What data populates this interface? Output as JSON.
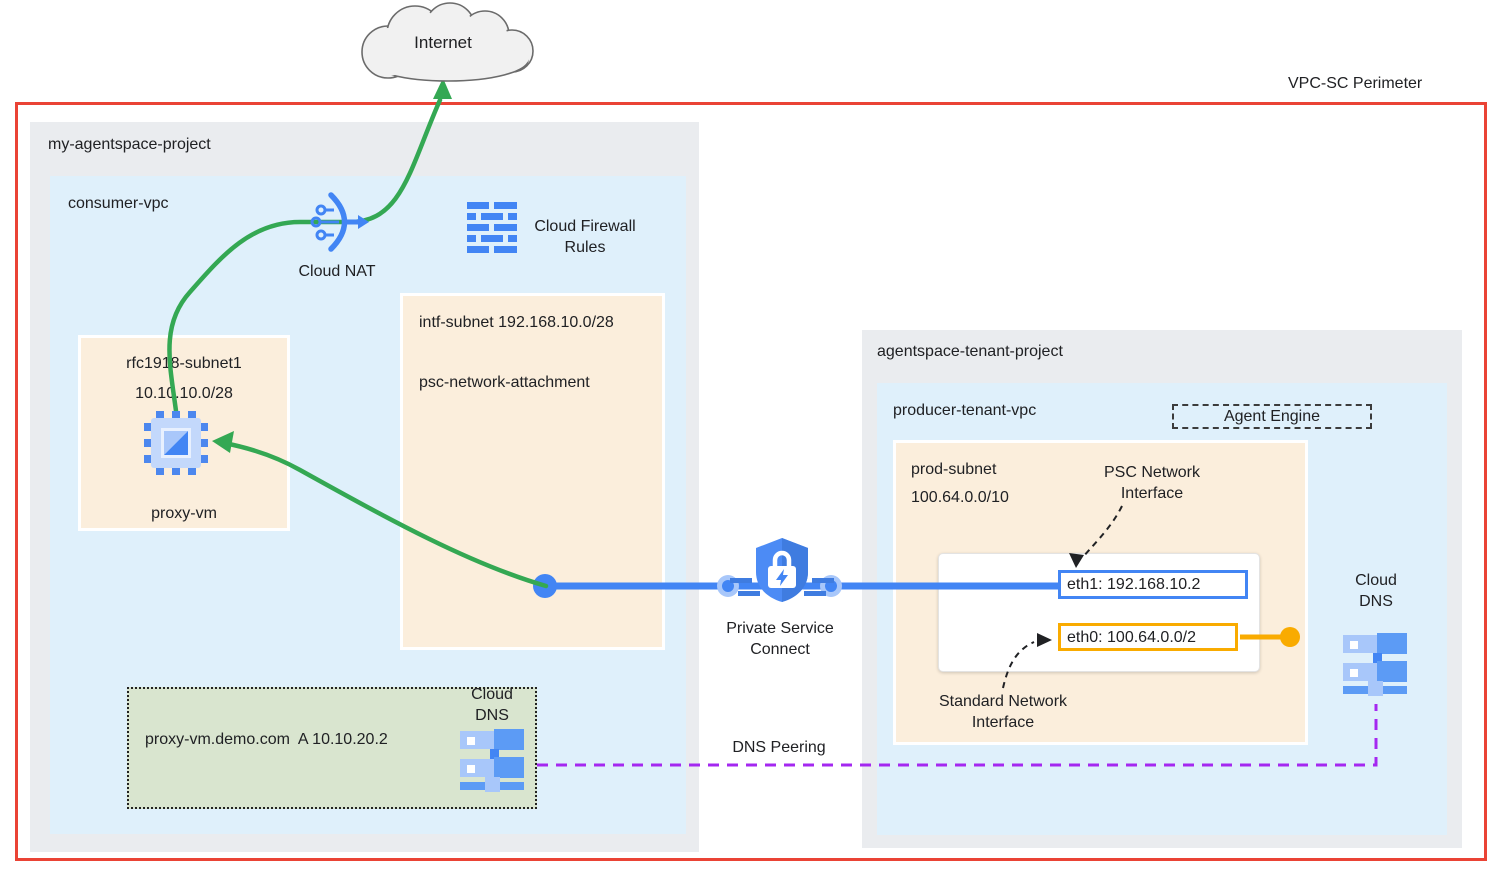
{
  "perimeter": {
    "label": "VPC-SC Perimeter",
    "border_color": "#EA4335"
  },
  "internet": {
    "label": "Internet"
  },
  "consumer_project": {
    "title": "my-agentspace-project",
    "vpc_title": "consumer-vpc",
    "cloud_nat_label": "Cloud NAT",
    "firewall_label": "Cloud Firewall Rules",
    "rfc_subnet": {
      "name": "rfc1918-subnet1",
      "cidr": "10.10.10.0/28",
      "vm": "proxy-vm"
    },
    "intf_subnet": {
      "name": "intf-subnet 192.168.10.0/28",
      "attachment": "psc-network-attachment"
    },
    "dns_zone": {
      "record": "proxy-vm.demo.com  A 10.10.20.2",
      "label": "Cloud DNS"
    }
  },
  "psc_label": "Private Service Connect",
  "dns_peering_label": "DNS Peering",
  "tenant_project": {
    "title": "agentspace-tenant-project",
    "vpc_title": "producer-tenant-vpc",
    "agent_engine_label": "Agent Engine",
    "prod_subnet": {
      "name": "prod-subnet",
      "cidr": "100.64.0.0/10"
    },
    "psc_nic_label": "PSC Network Interface",
    "std_nic_label": "Standard Network Interface",
    "eth1": "eth1: 192.168.10.2",
    "eth0": "eth0: 100.64.0.0/2",
    "dns_label": "Cloud DNS"
  },
  "colors": {
    "blue": "#4285F4",
    "green": "#34A853",
    "purple": "#A428F0",
    "yellow": "#F9AB00",
    "red": "#EA4335",
    "project_bg": "#EAECEF",
    "vpc_bg": "#DFF0FB",
    "subnet_bg": "#FBEEDC",
    "dns_zone_bg": "#D9E5CF"
  }
}
